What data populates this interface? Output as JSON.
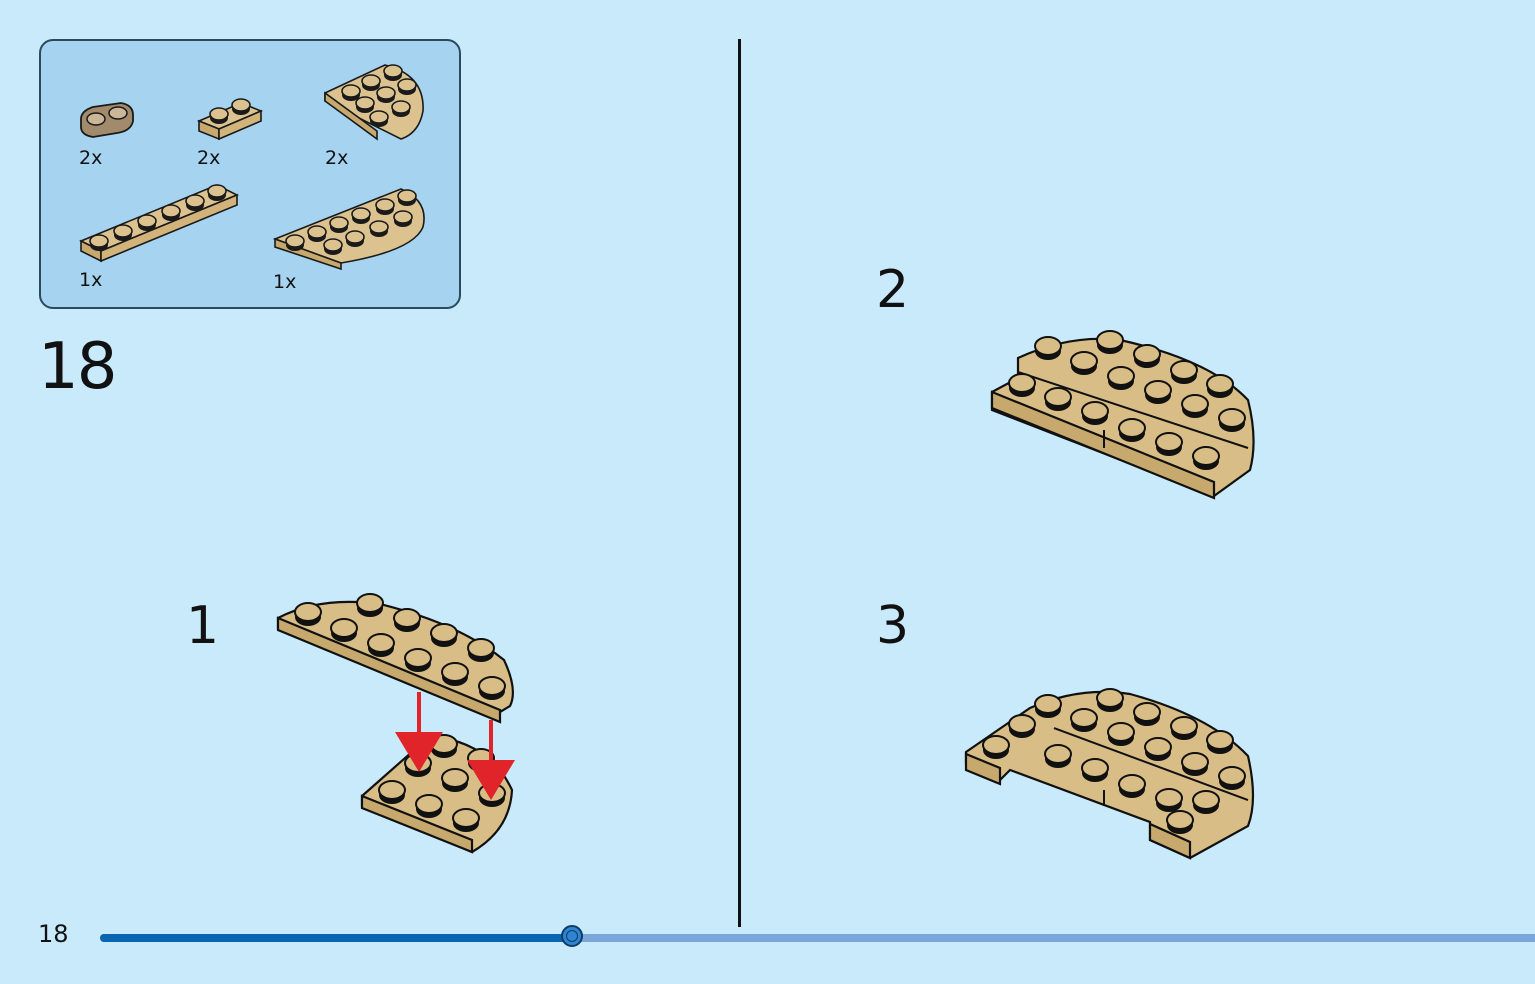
{
  "parts": [
    {
      "name": "round-plate-1x2",
      "qty": "2x"
    },
    {
      "name": "plate-1x2",
      "qty": "2x"
    },
    {
      "name": "quarter-round-plate",
      "qty": "2x"
    },
    {
      "name": "plate-1x6",
      "qty": "1x"
    },
    {
      "name": "half-round-plate",
      "qty": "1x"
    }
  ],
  "step": {
    "number": "18"
  },
  "sub_steps": [
    "1",
    "2",
    "3"
  ],
  "page": {
    "number": "18"
  },
  "progress": {
    "fraction": 0.33
  },
  "colors": {
    "background": "#c8eafb",
    "parts_box": "#a5d3f0",
    "tan_brick": "#d8bd86",
    "dark_tan_brick": "#a28b6c",
    "arrow": "#e0242a",
    "progress_fill": "#0a65b0",
    "progress_track": "#7ba7d8"
  }
}
